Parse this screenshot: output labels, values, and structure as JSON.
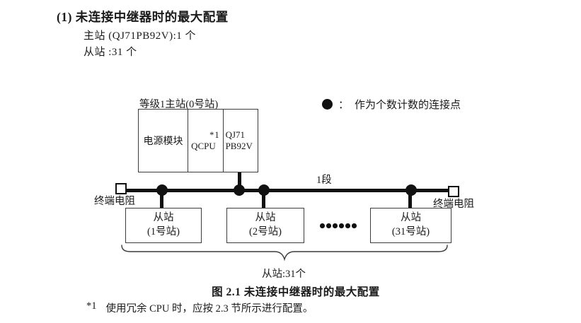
{
  "page": {
    "heading": "(1) 未连接中继器时的最大配置",
    "master_count_line": "主站 (QJ71PB92V):1 个",
    "slave_count_line": "从站 :31 个"
  },
  "legend": {
    "separator": "：",
    "label": "作为个数计数的连接点"
  },
  "master_station": {
    "label": "等级1主站(0号站)",
    "power_module": "电源模块",
    "cpu": "QCPU",
    "cpu_footnote_ref": "*1",
    "pb_module_line1": "QJ71",
    "pb_module_line2": "PB92V"
  },
  "bus": {
    "segment_label": "1段",
    "left_terminator_label": "终端电阻",
    "right_terminator_label": "终端电阻"
  },
  "slave_stations": {
    "boxes": [
      {
        "line1": "从站",
        "line2": "(1号站)"
      },
      {
        "line1": "从站",
        "line2": "(2号站)"
      },
      {
        "line1": "从站",
        "line2": "(31号站)"
      }
    ],
    "count_label": "从站:31个"
  },
  "caption": "图 2.1 未连接中继器时的最大配置",
  "footnote": {
    "marker": "*1",
    "text": "使用冗余 CPU 时，应按 2.3 节所示进行配置。"
  },
  "colors": {
    "ink": "#1a1a1a",
    "line": "#111111",
    "border": "#3c3c3c",
    "background": "#ffffff"
  }
}
